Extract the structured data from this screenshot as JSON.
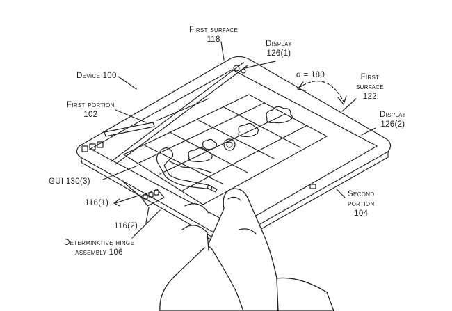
{
  "labels": {
    "first_surface_top": {
      "name": "First surface",
      "ref": "118"
    },
    "display_1": {
      "name": "Display",
      "ref": "126(1)"
    },
    "device": {
      "name": "Device 100"
    },
    "alpha": {
      "text": "α = 180"
    },
    "first_surface_right": {
      "line1": "First",
      "line2": "surface",
      "ref": "122"
    },
    "first_portion": {
      "name": "First portion",
      "ref": "102"
    },
    "display_2": {
      "name": "Display",
      "ref": "126(2)"
    },
    "gui": {
      "text": "GUI 130(3)"
    },
    "axis_1": {
      "text": "116(1)"
    },
    "axis_2": {
      "text": "116(2)"
    },
    "second_portion": {
      "line1": "Second",
      "line2": "portion",
      "ref": "104"
    },
    "hinge": {
      "line1": "Determinative hinge",
      "line2": "assembly 106"
    }
  }
}
